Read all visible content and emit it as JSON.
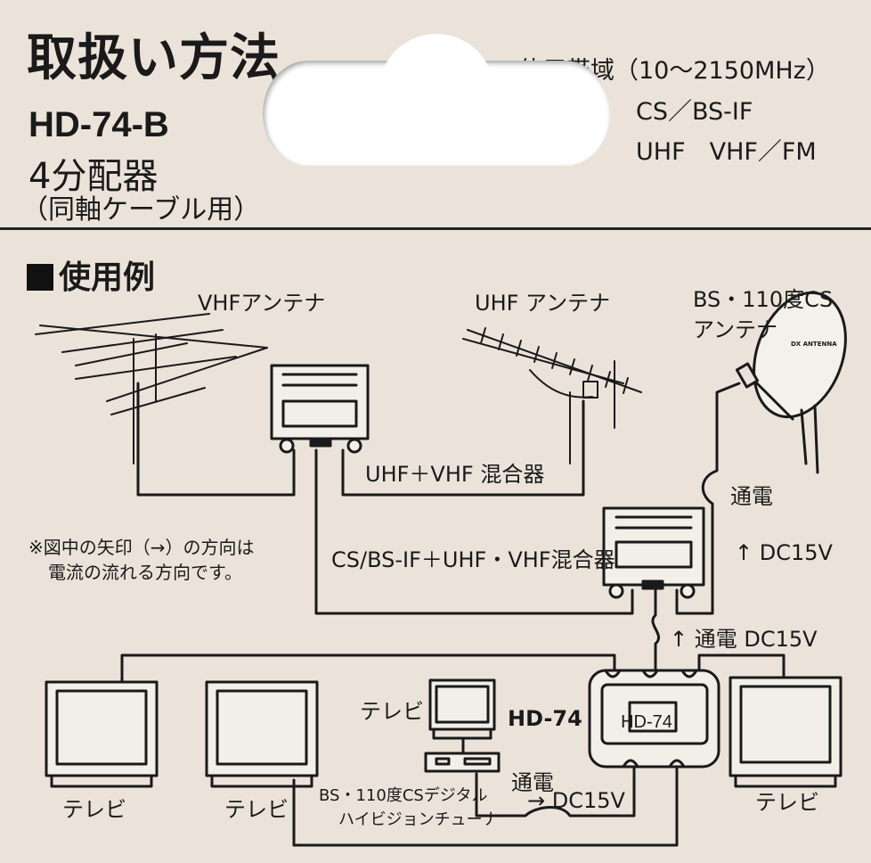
{
  "header": {
    "title": "取扱い方法",
    "model": "HD-74-B",
    "product": "4分配器",
    "product_sub": "（同軸ケーブル用）",
    "band_lines": [
      "使用帯域（10～2150MHz）",
      "CS／BS-IF",
      "UHF　VHF／FM"
    ]
  },
  "section": {
    "title": "使用例"
  },
  "diagram": {
    "vhf_antenna": "VHFアンテナ",
    "uhf_antenna": "UHF アンテナ",
    "bs_antenna_line1": "BS・110度CS",
    "bs_antenna_line2": "アンテナ",
    "dish_brand": "DX ANTENNA",
    "mixer1": "UHF＋VHF 混合器",
    "mixer2": "CS/BS-IF＋UHF・VHF混合器",
    "note_line1": "※図中の矢印（→）の方向は",
    "note_line2": "電流の流れる方向です。",
    "power1": "通電",
    "dc1": "↑ DC15V",
    "power2": "↑ 通電 DC15V",
    "splitter": "HD-74",
    "tv_labels": [
      "テレビ",
      "テレビ",
      "テレビ",
      "テレビ"
    ],
    "tuner_line1": "BS・110度CSデジタル",
    "tuner_line2": "ハイビジョンチューナ",
    "power3": "通電",
    "dc3": "→ DC15V"
  }
}
